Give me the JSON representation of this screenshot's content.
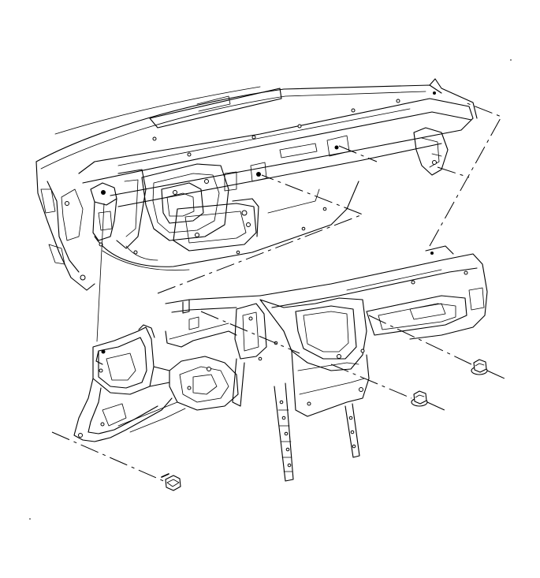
{
  "diagram": {
    "parts": [
      {
        "id": "cowl-cross-car-beam",
        "icon": "vehicle-cowl-structure"
      },
      {
        "id": "instrument-panel-carrier",
        "icon": "instrument-panel-frame"
      },
      {
        "id": "ip-support-bolt",
        "icon": "hex-bolt-icon"
      },
      {
        "id": "ip-center-nut",
        "icon": "hex-flange-nut-icon"
      },
      {
        "id": "ip-right-nut",
        "icon": "hex-flange-nut-icon"
      }
    ],
    "line_color": "#000000",
    "background": "#ffffff"
  }
}
